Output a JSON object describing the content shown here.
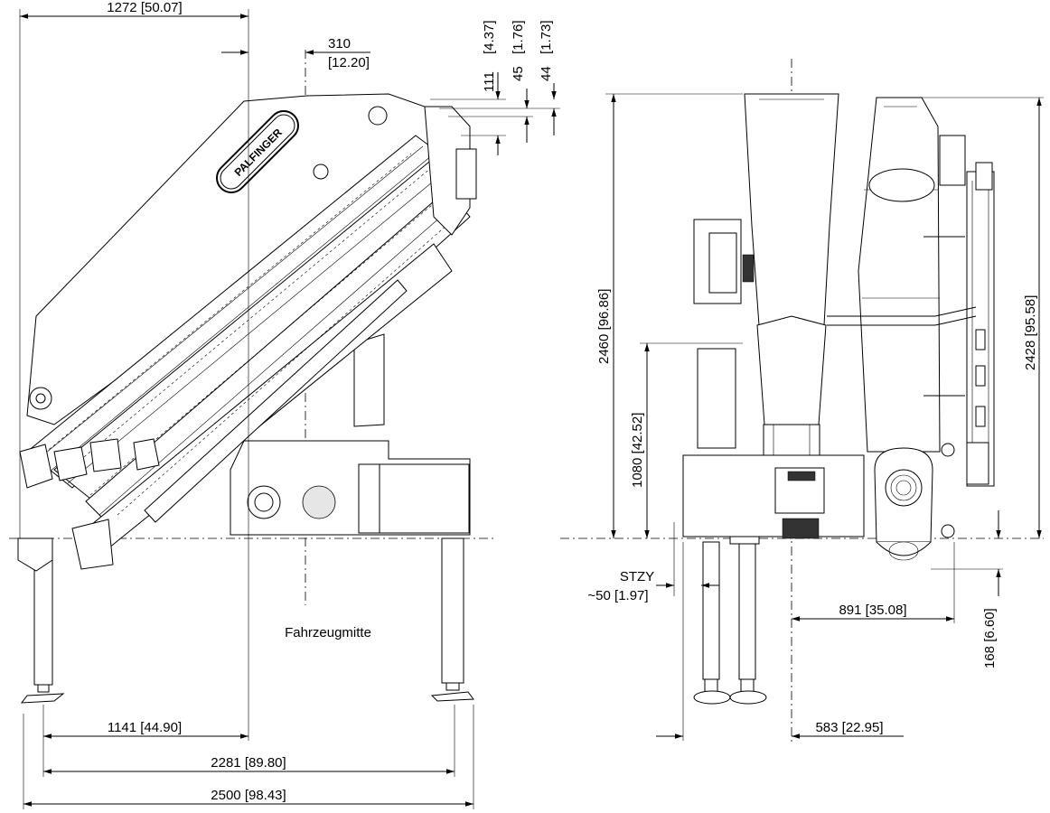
{
  "brand_logo": "PALFINGER",
  "label_vehicle_center": "Fahrzeugmitte",
  "label_stzy": "STZY",
  "dimensions": {
    "overall_width": "1272  [50.07]",
    "offset_310": "310",
    "offset_310_in": "[12.20]",
    "v111": "111",
    "v111_in": "[4.37]",
    "v45": "45",
    "v45_in": "[1.76]",
    "v44": "44",
    "v44_in": "[1.73]",
    "half_support": "1141  [44.90]",
    "support_2281": "2281  [89.80]",
    "support_2500": "2500  [98.43]",
    "height_2460": "2460  [96.86]",
    "height_1080": "1080  [42.52]",
    "height_2428": "2428  [95.58]",
    "side_891": "891  [35.08]",
    "side_583": "583  [22.95]",
    "side_168": "168  [6.60]",
    "stzy_50": "~50  [1.97]"
  }
}
